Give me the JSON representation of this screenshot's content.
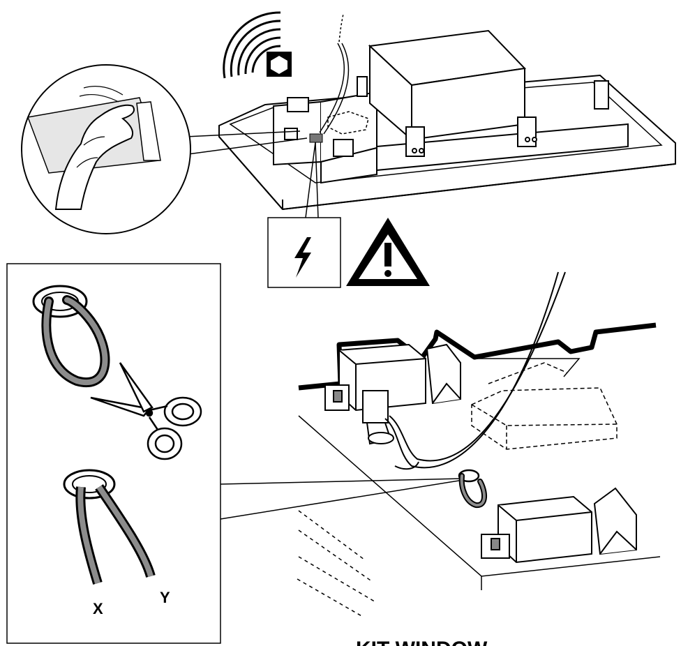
{
  "labels": {
    "wire_end_x": "X",
    "wire_end_y": "Y",
    "caption": "KIT WINDOW"
  },
  "icons": {
    "radio_waves": "radio-waves-icon",
    "hex_tool": "hex-key-icon",
    "electric": "lightning-bolt-icon",
    "warning": "warning-triangle-icon",
    "scissors": "scissors-icon"
  },
  "colors": {
    "line": "#000000",
    "wire_gray": "#8c8c8c",
    "background": "#ffffff"
  }
}
